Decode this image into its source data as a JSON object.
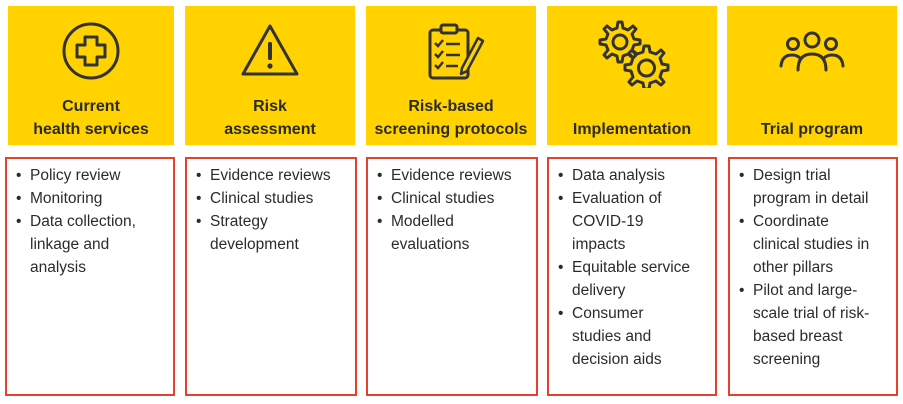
{
  "colors": {
    "header_bg": "#ffd200",
    "box_border": "#e8402f",
    "text": "#2b2b2b"
  },
  "columns": [
    {
      "icon": "medical-cross-icon",
      "title_lines": [
        "Current",
        "health services"
      ],
      "items": [
        [
          "Policy review"
        ],
        [
          "Monitoring"
        ],
        [
          "Data collection,",
          "linkage and",
          "analysis"
        ]
      ]
    },
    {
      "icon": "warning-triangle-icon",
      "title_lines": [
        "Risk",
        "assessment"
      ],
      "items": [
        [
          "Evidence reviews"
        ],
        [
          "Clinical studies"
        ],
        [
          "Strategy",
          "development"
        ]
      ]
    },
    {
      "icon": "clipboard-checklist-icon",
      "title_lines": [
        "Risk-based",
        "screening protocols"
      ],
      "items": [
        [
          "Evidence reviews"
        ],
        [
          "Clinical studies"
        ],
        [
          "Modelled",
          "evaluations"
        ]
      ]
    },
    {
      "icon": "gears-icon",
      "title_lines": [
        "Implementation"
      ],
      "items": [
        [
          "Data analysis"
        ],
        [
          "Evaluation of",
          "COVID-19",
          "impacts"
        ],
        [
          "Equitable service",
          "delivery"
        ],
        [
          "Consumer",
          "studies and",
          "decision aids"
        ]
      ]
    },
    {
      "icon": "people-group-icon",
      "title_lines": [
        "Trial program"
      ],
      "items": [
        [
          "Design trial",
          "program in detail"
        ],
        [
          "Coordinate",
          "clinical studies in",
          "other pillars"
        ],
        [
          "Pilot and large-",
          "scale trial of risk-",
          "based breast",
          "screening"
        ]
      ]
    }
  ]
}
